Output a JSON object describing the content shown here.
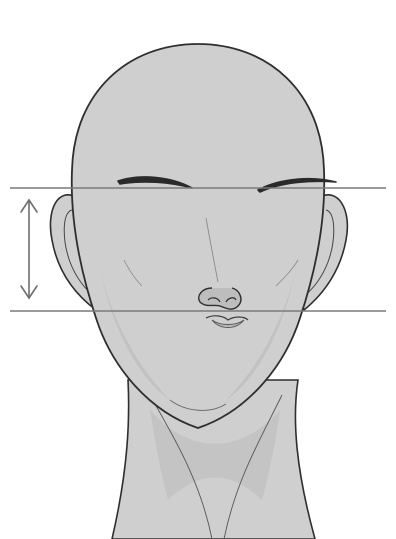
{
  "illustration": {
    "subject": "head-front-view-ear-proportion",
    "colors": {
      "background": "#ffffff",
      "skin": "#cfcfcf",
      "skin_shadow": "#bdbdbd",
      "outline": "#2e2e2e",
      "guide_line": "#7a7a7a",
      "arrow": "#6e6e6e",
      "brow": "#2a2a2a"
    },
    "guides": {
      "count": 2,
      "upper": "brow-line",
      "lower": "nose-base-line"
    },
    "arrow": {
      "type": "double-headed-vertical",
      "meaning": "ear-height-equals-brow-to-nose-distance"
    }
  }
}
